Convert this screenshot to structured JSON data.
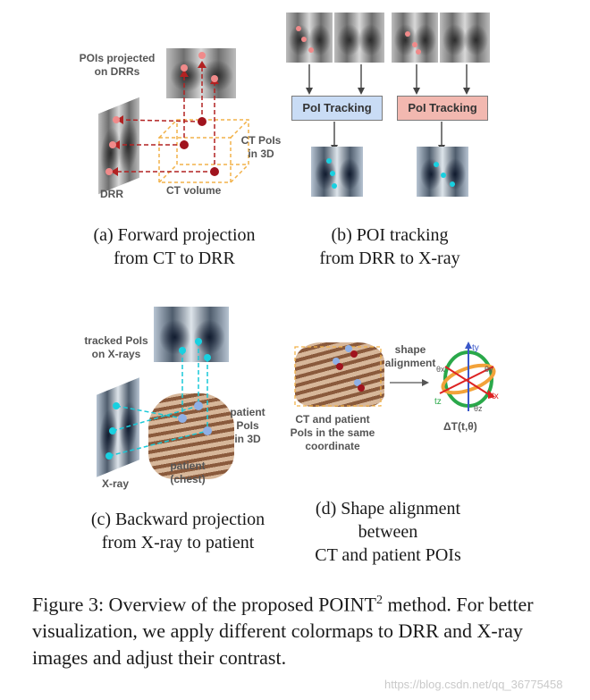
{
  "panel_a": {
    "label_pois_projected": "POIs projected\non DRRs",
    "label_ct_pois": "CT PoIs\nin 3D",
    "label_drr": "DRR",
    "label_ct_volume": "CT volume",
    "caption": "(a) Forward projection\nfrom CT to DRR",
    "colors": {
      "poi_drr": "#f08a8a",
      "poi_ct": "#a0141e",
      "arrow": "#b22222",
      "volume": "#f2b24a"
    }
  },
  "panel_b": {
    "box_left": "PoI Tracking",
    "box_right": "PoI Tracking",
    "caption": "(b) POI tracking\nfrom DRR to X-ray",
    "colors": {
      "box_left_fill": "#c9dcf5",
      "box_right_fill": "#f2b8b0",
      "poi_xray": "#19d0e0"
    }
  },
  "panel_c": {
    "label_tracked": "tracked PoIs\non X-rays",
    "label_patient_pois": "patient\nPoIs\nin 3D",
    "label_patient": "patient\n(chest)",
    "label_xray": "X-ray",
    "caption": "(c) Backward projection\nfrom X-ray to patient",
    "colors": {
      "arrow": "#19c9d8",
      "poi_patient": "#8fb0e6"
    }
  },
  "panel_d": {
    "label_shape": "shape\nalignment",
    "label_ct_patient": "CT and patient\nPoIs in the same\ncoordinate",
    "label_transform": "ΔT(t,θ)",
    "axis_ty": "ty",
    "axis_tx": "tx",
    "axis_tz": "tz",
    "axis_theta_x": "θx",
    "axis_theta_y": "θy",
    "axis_theta_z": "θz",
    "caption": "(d) Shape alignment\nbetween\nCT and patient POIs"
  },
  "figure_caption": {
    "prefix": "Figure 3: Overview of the proposed POINT",
    "superscript": "2",
    "rest": " method. For better visualization, we apply different colormaps to DRR and X-ray images and adjust their contrast."
  },
  "watermark": "https://blog.csdn.net/qq_36775458"
}
